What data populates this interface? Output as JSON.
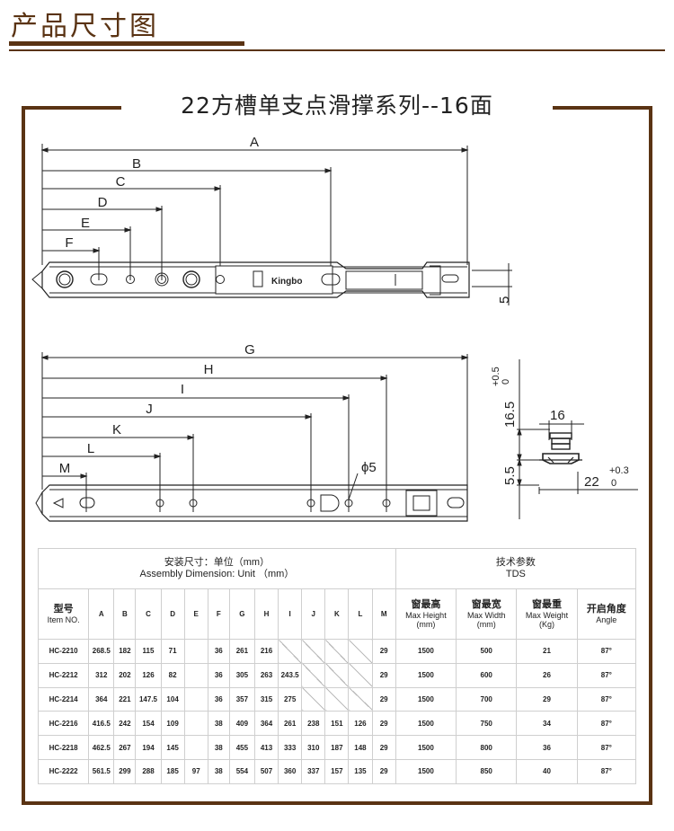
{
  "page_title": "产品尺寸图",
  "series_title": "22方槽单支点滑撑系列--16面",
  "diagram_top": {
    "labels": [
      "A",
      "B",
      "C",
      "D",
      "E",
      "F"
    ],
    "brand": "Kingbo",
    "height_dim": "5"
  },
  "diagram_bottom": {
    "labels": [
      "G",
      "H",
      "I",
      "J",
      "K",
      "L",
      "M"
    ],
    "hole_dim": "ϕ5"
  },
  "section_view": {
    "height_dim": "16.5",
    "height_tol_upper": "+0.5",
    "height_tol_lower": "0",
    "width_top": "16",
    "base_dim": "5.5",
    "width_dim": "22",
    "width_tol_upper": "+0.3",
    "width_tol_lower": "0"
  },
  "table": {
    "assembly_header_cn": "安装尺寸：单位（mm）",
    "assembly_header_en": "Assembly Dimension: Unit （mm）",
    "tds_header_cn": "技术参数",
    "tds_header_en": "TDS",
    "item_cn": "型号",
    "item_en": "Item NO.",
    "columns": [
      "A",
      "B",
      "C",
      "D",
      "E",
      "F",
      "G",
      "H",
      "I",
      "J",
      "K",
      "L",
      "M"
    ],
    "tds_columns": [
      {
        "cn": "窗最高",
        "en": "Max Height",
        "unit": "(mm)"
      },
      {
        "cn": "窗最宽",
        "en": "Max Width",
        "unit": "(mm)"
      },
      {
        "cn": "窗最重",
        "en": "Max Weight",
        "unit": "(Kg)"
      },
      {
        "cn": "开启角度",
        "en": "Angle",
        "unit": ""
      }
    ],
    "rows": [
      {
        "item": "HC-2210",
        "cells": [
          "268.5",
          "182",
          "115",
          "71",
          "",
          "36",
          "261",
          "216",
          "",
          "",
          "",
          "",
          "29"
        ],
        "tds": [
          "1500",
          "500",
          "21",
          "87°"
        ]
      },
      {
        "item": "HC-2212",
        "cells": [
          "312",
          "202",
          "126",
          "82",
          "",
          "36",
          "305",
          "263",
          "243.5",
          "",
          "",
          "",
          "29"
        ],
        "tds": [
          "1500",
          "600",
          "26",
          "87°"
        ]
      },
      {
        "item": "HC-2214",
        "cells": [
          "364",
          "221",
          "147.5",
          "104",
          "",
          "36",
          "357",
          "315",
          "275",
          "",
          "",
          "",
          "29"
        ],
        "tds": [
          "1500",
          "700",
          "29",
          "87°"
        ]
      },
      {
        "item": "HC-2216",
        "cells": [
          "416.5",
          "242",
          "154",
          "109",
          "",
          "38",
          "409",
          "364",
          "261",
          "238",
          "151",
          "126",
          "29"
        ],
        "tds": [
          "1500",
          "750",
          "34",
          "87°"
        ]
      },
      {
        "item": "HC-2218",
        "cells": [
          "462.5",
          "267",
          "194",
          "145",
          "",
          "38",
          "455",
          "413",
          "333",
          "310",
          "187",
          "148",
          "29"
        ],
        "tds": [
          "1500",
          "800",
          "36",
          "87°"
        ]
      },
      {
        "item": "HC-2222",
        "cells": [
          "561.5",
          "299",
          "288",
          "185",
          "97",
          "38",
          "554",
          "507",
          "360",
          "337",
          "157",
          "135",
          "29"
        ],
        "tds": [
          "1500",
          "850",
          "40",
          "87°"
        ]
      }
    ]
  }
}
